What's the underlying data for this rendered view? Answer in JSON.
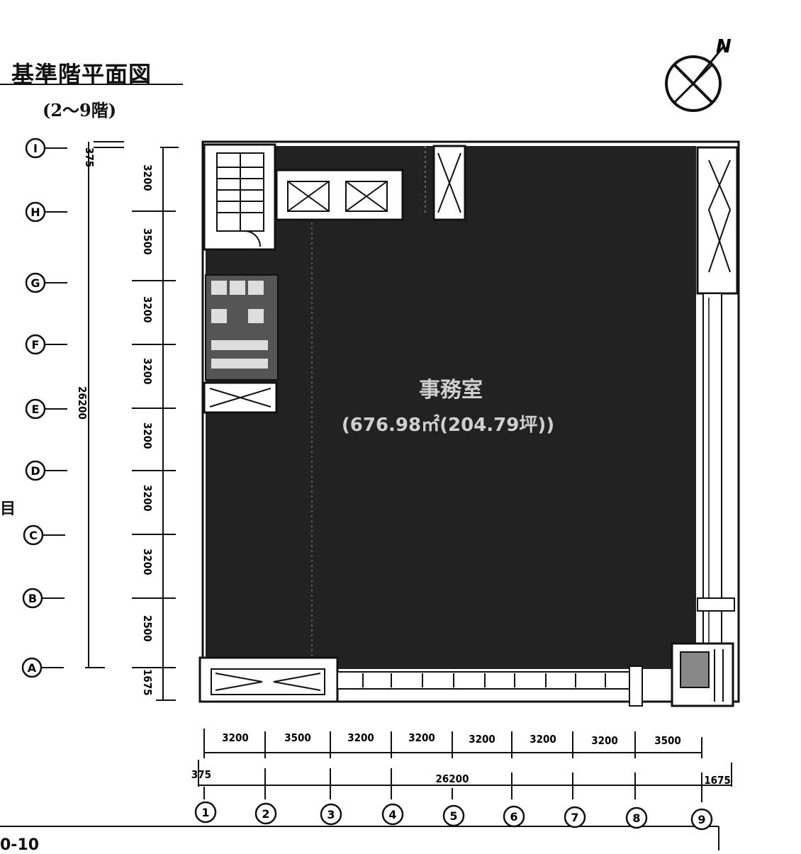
{
  "drawing": {
    "title": "基準階平面図",
    "subtitle": "(2～9階)",
    "north_label": "N",
    "side_mark": "目",
    "bottom_label": "0-10"
  },
  "rows": {
    "labels": [
      "I",
      "H",
      "G",
      "F",
      "E",
      "D",
      "C",
      "B",
      "A"
    ],
    "dimensions": [
      "3200",
      "3500",
      "3200",
      "3200",
      "3200",
      "3200",
      "3200",
      "2500",
      "1675"
    ],
    "top_offset": "375",
    "total": "26200"
  },
  "columns": {
    "labels": [
      "1",
      "2",
      "3",
      "4",
      "5",
      "6",
      "7",
      "8",
      "9"
    ],
    "dimensions": [
      "3200",
      "3500",
      "3200",
      "3200",
      "3200",
      "3200",
      "3200",
      "3500"
    ],
    "left_offset": "375",
    "right_offset": "1675",
    "total": "26200"
  },
  "room": {
    "line1": "事務室",
    "line2": "(676.98㎡(204.79坪))"
  }
}
